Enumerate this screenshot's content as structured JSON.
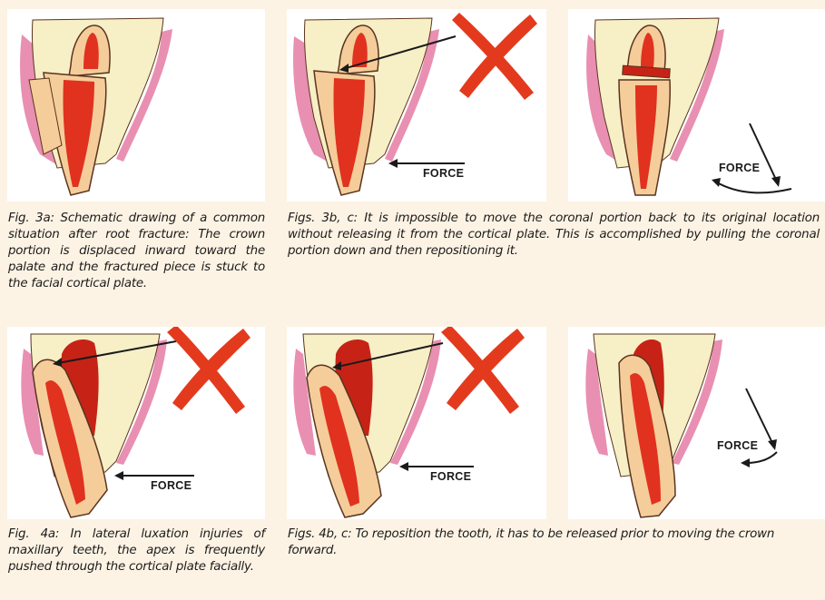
{
  "figures": {
    "fig3a": {
      "caption": "Fig. 3a: Schematic drawing of a common situation after root fracture: The crown portion is displaced inward toward the palate and the fractured piece is stuck to the facial cortical plate."
    },
    "fig3bc": {
      "caption": "Figs. 3b, c: It is impossible to move the coronal portion back to its original location without releasing it from the cortical plate. This is accomplished by pulling the coronal portion down and then repositioning it.",
      "fig3b_force_label": "FORCE",
      "fig3c_force_label": "FORCE"
    },
    "fig4a": {
      "caption": "Fig. 4a: In lateral luxation injuries of maxillary teeth, the apex is frequently pushed through the cortical plate facially.",
      "force_label": "FORCE"
    },
    "fig4bc": {
      "caption": "Figs. 4b, c: To reposition the tooth, it has to be released prior to moving the crown forward.",
      "fig4b_force_label": "FORCE",
      "fig4c_force_label": "FORCE"
    }
  },
  "colors": {
    "page_background": "#fdf3e4",
    "panel_background": "#ffffff",
    "bone": "#f7efc6",
    "gingiva": "#e98fb2",
    "tooth": "#f5cd9a",
    "pulp": "#e0321f",
    "pulp_dark": "#c62316",
    "x_mark": "#e33a1e",
    "outline": "#5a3420"
  }
}
